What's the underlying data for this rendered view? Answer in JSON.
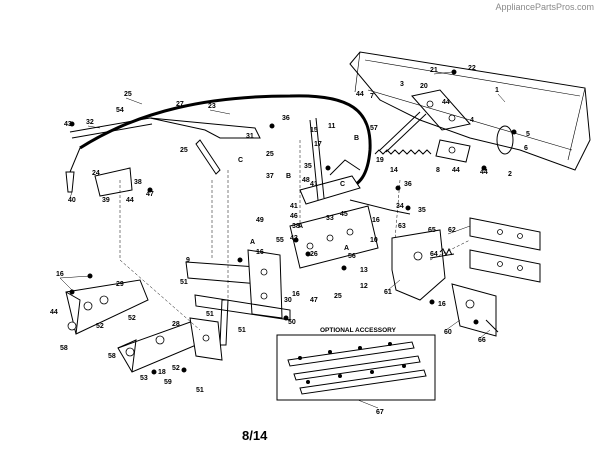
{
  "watermark": "AppliancePartsPros.com",
  "page_number": "8/14",
  "optional_accessory_label": "OPTIONAL ACCESSORY",
  "letters": [
    "A",
    "B",
    "C"
  ],
  "callouts": [
    "1",
    "2",
    "3",
    "4",
    "5",
    "6",
    "7",
    "8",
    "9",
    "10",
    "11",
    "12",
    "13",
    "14",
    "15",
    "16",
    "17",
    "18",
    "19",
    "20",
    "21",
    "22",
    "23",
    "24",
    "25",
    "26",
    "27",
    "28",
    "29",
    "30",
    "31",
    "32",
    "33",
    "34",
    "35",
    "36",
    "37",
    "38",
    "39",
    "40",
    "41",
    "42",
    "43",
    "44",
    "45",
    "46",
    "47",
    "48",
    "49",
    "50",
    "51",
    "52",
    "53",
    "54",
    "55",
    "56",
    "57",
    "58",
    "59",
    "60",
    "61",
    "62",
    "63",
    "64",
    "65",
    "66",
    "67"
  ]
}
